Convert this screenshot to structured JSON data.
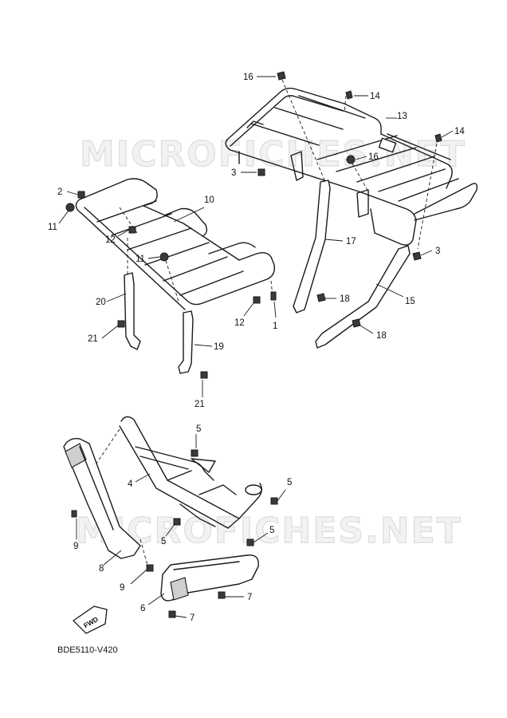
{
  "diagram_code": "BDE5110-V420",
  "watermark_text": "MICROFICHES.NET",
  "fwd_label": "FWD",
  "callouts": {
    "c1": "1",
    "c2": "2",
    "c3a": "3",
    "c3b": "3",
    "c4": "4",
    "c5a": "5",
    "c5b": "5",
    "c5c": "5",
    "c5d": "5",
    "c6": "6",
    "c7a": "7",
    "c7b": "7",
    "c8": "8",
    "c9a": "9",
    "c9b": "9",
    "c10": "10",
    "c11a": "11",
    "c11b": "11",
    "c12a": "12",
    "c12b": "12",
    "c13": "13",
    "c14a": "14",
    "c14b": "14",
    "c15": "15",
    "c16a": "16",
    "c16b": "16",
    "c17": "17",
    "c18a": "18",
    "c18b": "18",
    "c19": "19",
    "c20": "20",
    "c21a": "21",
    "c21b": "21"
  }
}
